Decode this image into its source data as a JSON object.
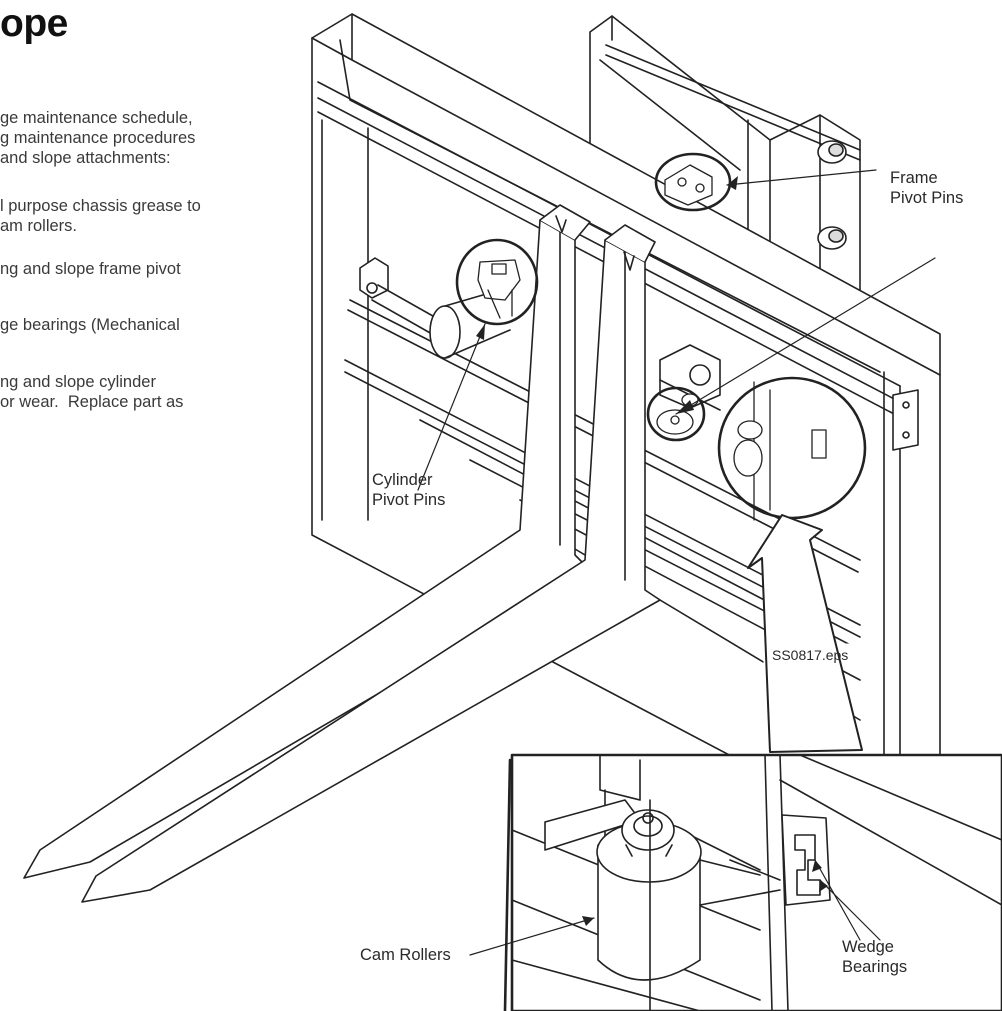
{
  "page": {
    "heading": "ope",
    "paragraphs": [
      "ge maintenance schedule,\ng maintenance procedures\nand slope attachments:",
      "l purpose chassis grease to\nam rollers.",
      "ng and slope frame pivot",
      "ge bearings (Mechanical",
      "ng and slope cylinder\nor wear.  Replace part as"
    ]
  },
  "figure": {
    "labels": {
      "frame_pivot_pins": "Frame\nPivot Pins",
      "cylinder_pivot_pins": "Cylinder\nPivot Pins",
      "cam_rollers": "Cam Rollers",
      "wedge_bearings": "Wedge\nBearings",
      "file_name": "SS0817.eps"
    }
  }
}
